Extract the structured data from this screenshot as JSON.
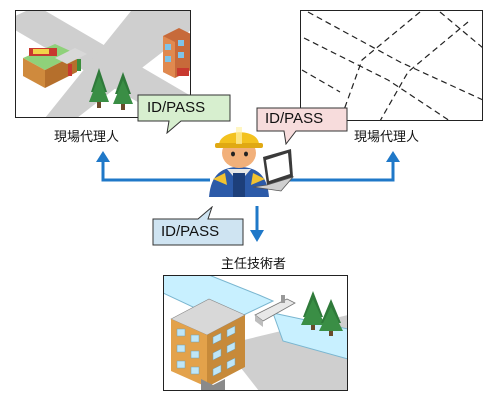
{
  "labels": {
    "agent_left": "現場代理人",
    "agent_right": "現場代理人",
    "chief_engineer": "主任技術者"
  },
  "bubbles": {
    "top_left": "ID/PASS",
    "top_right": "ID/PASS",
    "bottom": "ID/PASS"
  },
  "colors": {
    "arrow": "#1f78c8",
    "bubble_green": "#d7efcf",
    "bubble_pink": "#f7dcdc",
    "bubble_blue": "#cfe4f2",
    "road_gray": "#c9c9c9",
    "water": "#c8f0ff"
  },
  "icons": [
    "gas-station-icon",
    "building-icon",
    "tree-icon",
    "worker-icon",
    "laptop-icon",
    "apartment-building-icon",
    "bridge-icon"
  ]
}
